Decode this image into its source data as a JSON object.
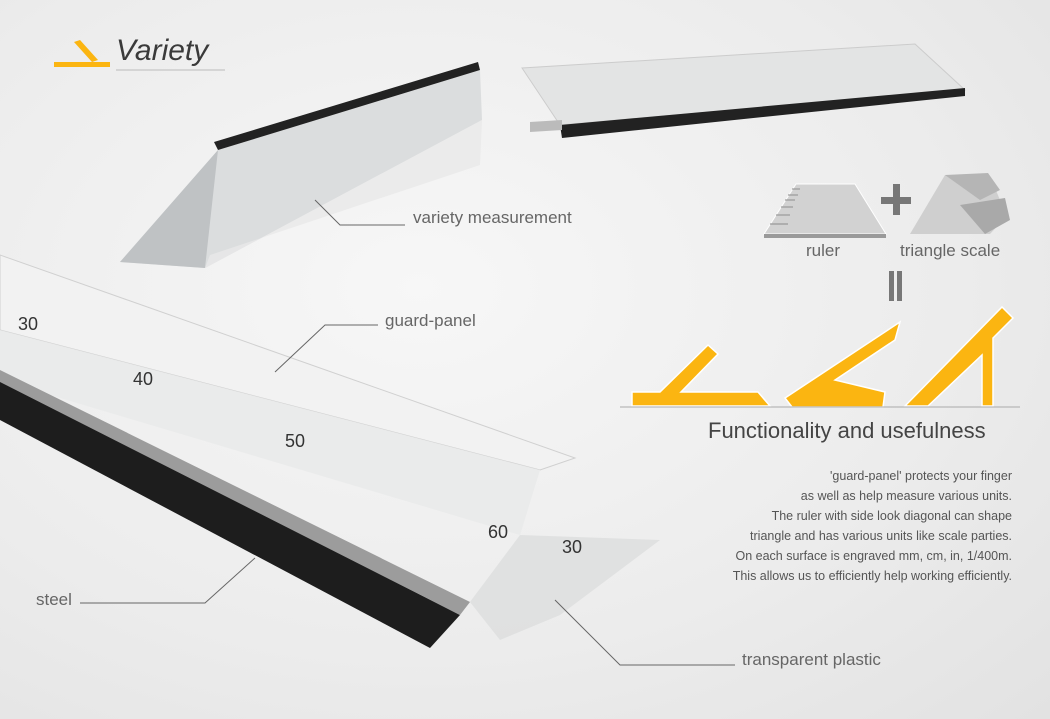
{
  "title": "Variety",
  "callouts": {
    "variety_measurement": "variety measurement",
    "guard_panel": "guard-panel",
    "steel": "steel",
    "transparent_plastic": "transparent plastic"
  },
  "equation": {
    "ruler_label": "ruler",
    "triangle_scale_label": "triangle scale",
    "plus": "+",
    "equals": "="
  },
  "heading": "Functionality and usefulness",
  "description": [
    "'guard-panel' protects your finger",
    "as well as help measure various units.",
    "The ruler with side look diagonal can shape",
    "triangle and has various units like scale parties.",
    "On each surface is engraved mm, cm, in, 1/400m.",
    "This allows us to efficiently help working efficiently."
  ],
  "ruler_numbers": [
    "30",
    "40",
    "50",
    "60",
    "30"
  ],
  "colors": {
    "accent": "#fbb511",
    "text": "#555555",
    "steel": "#1e1e1e"
  }
}
